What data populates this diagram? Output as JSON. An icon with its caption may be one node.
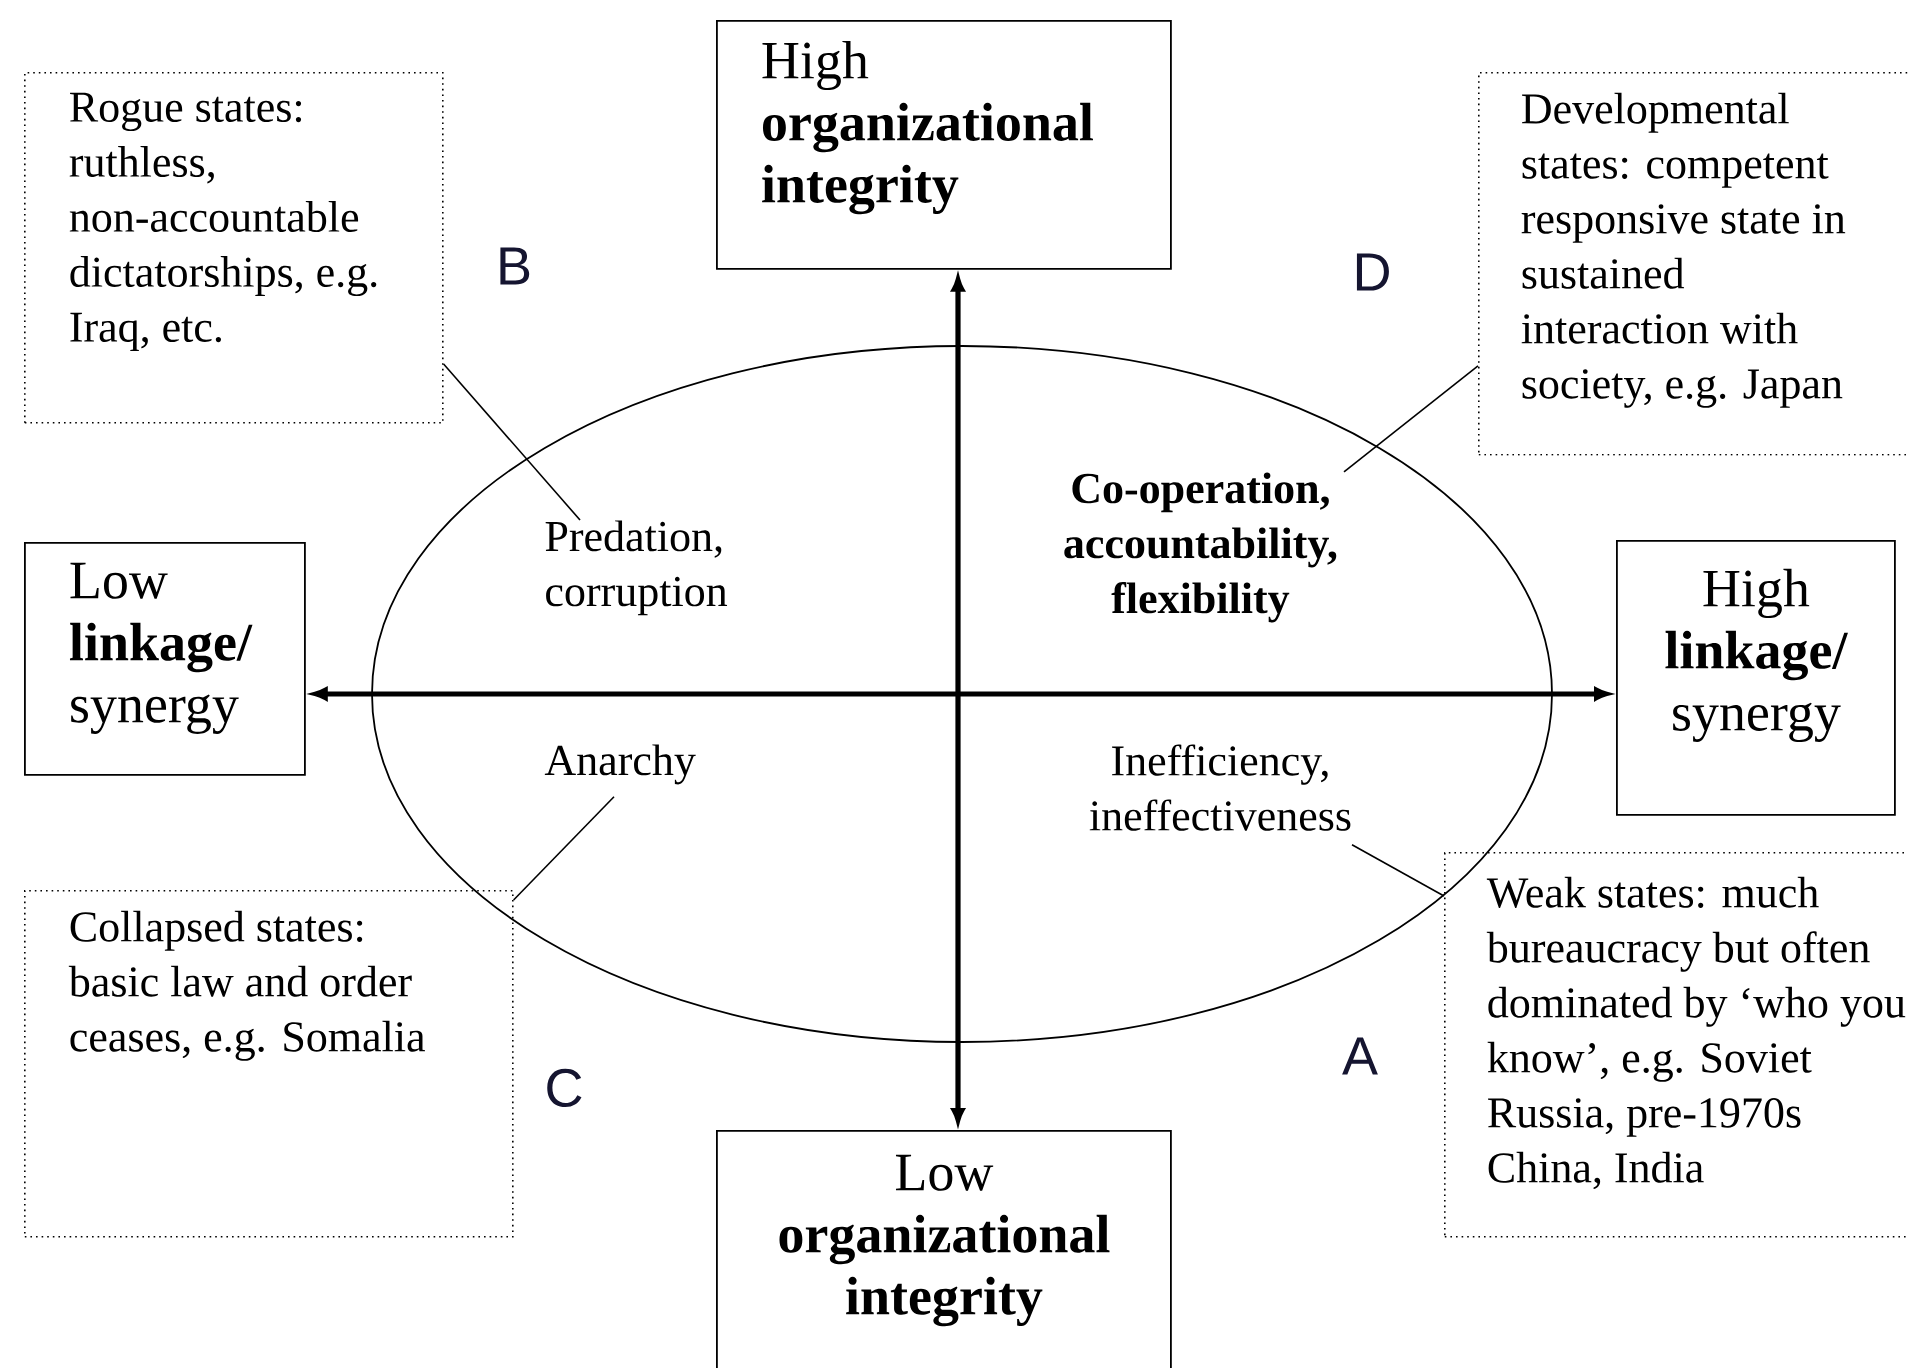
{
  "diagram": {
    "nodes": [
      {
        "text": [
          "High **organizational integrity**"
        ]
      },
      {
        "text": [
          "Rogue states: ruthless, non-accountable dictatorships, e.g. Iraq, etc."
        ]
      },
      {
        "text": [
          "Developmental states: competent responsive state in sustained interaction with society, e.g. Japan"
        ]
      },
      {
        "text": [
          "Low **linkage/** synergy"
        ]
      },
      {
        "text": [
          "High **linkage/** synergy"
        ]
      },
      {
        "text": [
          "Collapsed states: basic law and order ceases, e.g. Somalia"
        ]
      },
      {
        "text": [
          "Weak states: much bureaucracy but often dominated by ‘who you know’, e.g. Soviet Russia, pre-1970s China, India"
        ]
      },
      {
        "text": [
          "Low **organizational integrity**"
        ]
      },
      {
        "text": [],
        "shape": "ellipse"
      },
      {
        "text": [
          "Predation, corruption"
        ],
        "in": 8
      },
      {
        "text": [
          "Co-operation, accountability, flexibility"
        ],
        "in": 8
      },
      {
        "text": [
          "Anarchy"
        ],
        "in": 8
      },
      {
        "text": [
          "Inefficiency, ineffectiveness"
        ],
        "in": 8
      }
    ],
    "edges": [
      {
        "from": 7,
        "to": 0,
        "arrow": "both",
        "style": "thick"
      },
      {
        "from": 3,
        "to": 4,
        "arrow": "both",
        "style": "thick"
      },
      {
        "from": 1,
        "to": 9,
        "arrow": "none"
      },
      {
        "from": 2,
        "to": 10,
        "arrow": "none"
      },
      {
        "from": 5,
        "to": 11,
        "arrow": "none"
      },
      {
        "from": 6,
        "to": 12,
        "arrow": "none"
      }
    ],
    "labels": [
      "B",
      "D",
      "C",
      "A"
    ]
  }
}
